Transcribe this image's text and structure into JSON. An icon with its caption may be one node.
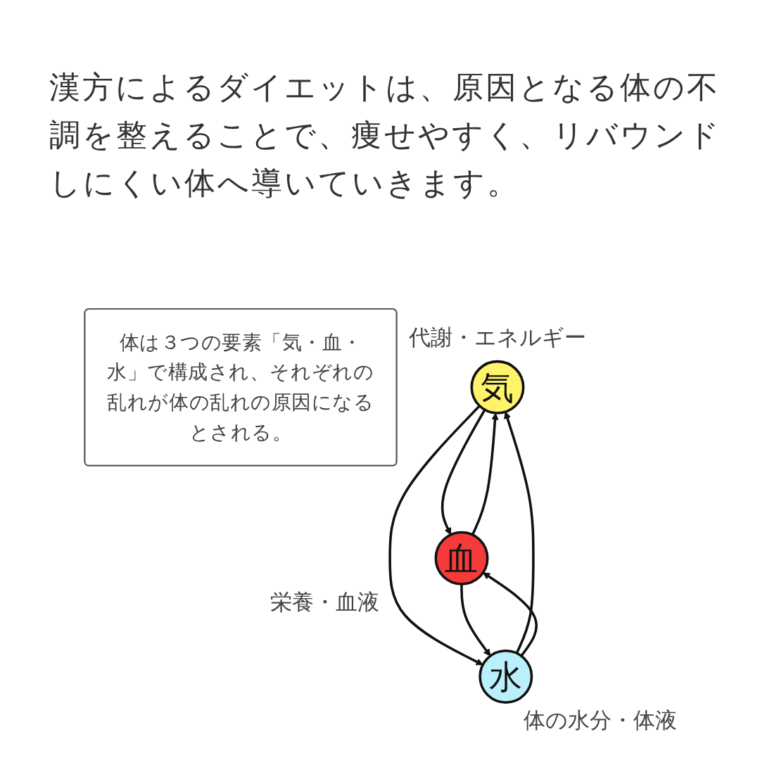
{
  "diagram": {
    "title": "漢方によるダイエットは、原因となる体の不調を整えることで、痩せやすく、リバウンドしにくい体へ導いていきます。",
    "nodes": [
      {
        "text": [
          "体は３つの要素「気・血・水」で構成され、それぞれの乱れが体の乱れの原因になるとされる。"
        ]
      },
      {
        "text": [
          "気"
        ],
        "beside": [
          "代謝・エネルギー"
        ]
      },
      {
        "text": [
          "血"
        ],
        "beside": [
          "栄養・血液"
        ]
      },
      {
        "text": [
          "水"
        ],
        "beside": [
          "体の水分・体液"
        ]
      }
    ],
    "edges": [
      {
        "from": 1,
        "to": 2,
        "arrow": "to"
      },
      {
        "from": 2,
        "to": 1,
        "arrow": "to"
      },
      {
        "from": 1,
        "to": 3,
        "arrow": "to"
      },
      {
        "from": 3,
        "to": 1,
        "arrow": "to"
      },
      {
        "from": 3,
        "to": 2,
        "arrow": "to"
      },
      {
        "from": 2,
        "to": 3,
        "arrow": "to"
      }
    ]
  }
}
